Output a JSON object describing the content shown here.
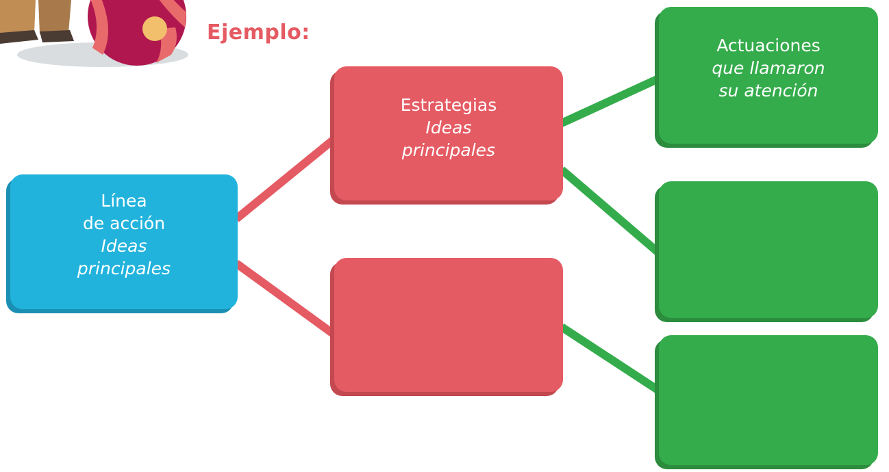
{
  "heading": "Ejemplo:",
  "nodes": {
    "root": {
      "line1": "Línea",
      "line2": "de acción",
      "line3": "Ideas",
      "line4": "principales"
    },
    "strategy_top": {
      "line1": "Estrategias",
      "line2": "Ideas",
      "line3": "principales"
    },
    "strategy_bottom": {},
    "action_top": {
      "line1": "Actuaciones",
      "line2": "que llamaron",
      "line3": "su atención"
    },
    "action_middle": {},
    "action_bottom": {}
  },
  "colors": {
    "blue": "#22b3dc",
    "red": "#e55b63",
    "green": "#35ac4c",
    "red_connector": "#e55b63",
    "green_connector": "#35ac4c",
    "heading": "#e55b63"
  },
  "illustration": {
    "icons": [
      "character-legs-icon",
      "beach-ball-icon"
    ]
  }
}
